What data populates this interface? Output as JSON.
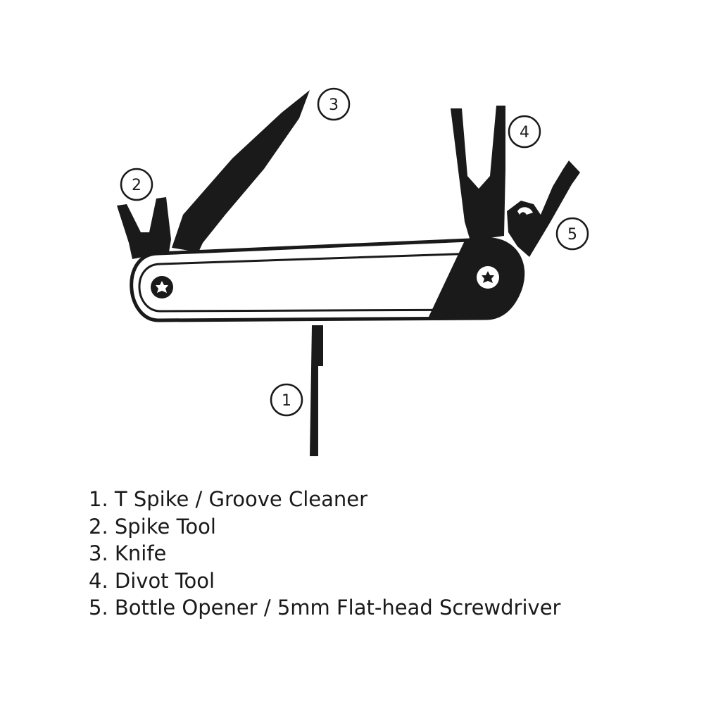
{
  "callouts": {
    "c1": "1",
    "c2": "2",
    "c3": "3",
    "c4": "4",
    "c5": "5"
  },
  "legend": [
    {
      "num": "1.",
      "label": "T Spike / Groove Cleaner"
    },
    {
      "num": "2.",
      "label": "Spike Tool"
    },
    {
      "num": "3.",
      "label": "Knife"
    },
    {
      "num": "4.",
      "label": "Divot Tool"
    },
    {
      "num": "5.",
      "label": "Bottle Opener / 5mm Flat-head Screwdriver"
    }
  ],
  "colors": {
    "ink": "#1a1a1a",
    "background": "#ffffff"
  }
}
